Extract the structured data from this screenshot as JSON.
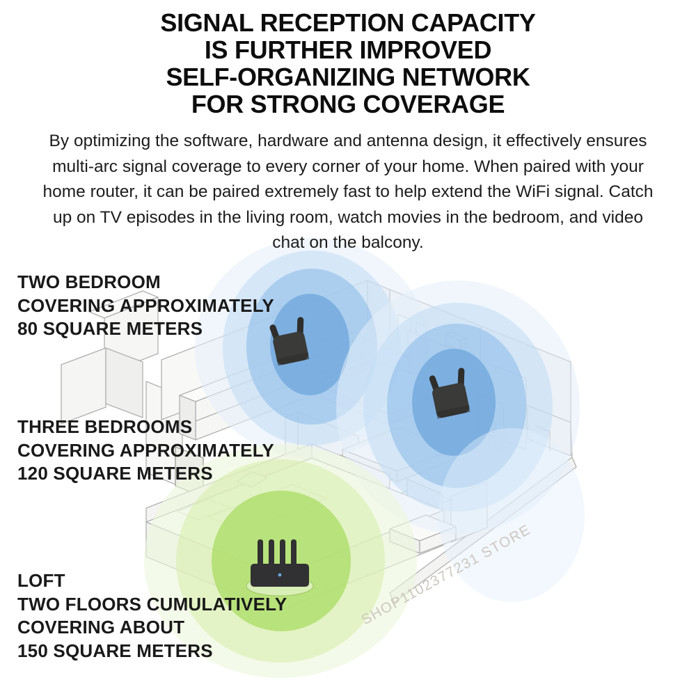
{
  "title": {
    "lines": [
      "SIGNAL RECEPTION CAPACITY",
      "IS FURTHER IMPROVED",
      "SELF-ORGANIZING NETWORK",
      "FOR STRONG COVERAGE"
    ]
  },
  "intro": {
    "lines": [
      "By optimizing the software, hardware and antenna design, it effectively ensures",
      "multi-arc signal coverage to every corner of your home. When paired with your",
      "home router, it can be paired extremely fast to help extend the WiFi signal. Catch",
      "up on TV episodes in the living room, watch movies in the bedroom, and video",
      "chat on the balcony."
    ]
  },
  "callouts": [
    {
      "id": "two-bedroom",
      "lines": [
        "TWO BEDROOM",
        "COVERING APPROXIMATELY",
        "80 SQUARE METERS"
      ]
    },
    {
      "id": "three-bedrooms",
      "lines": [
        "THREE BEDROOMS",
        "COVERING APPROXIMATELY",
        "120 SQUARE METERS"
      ]
    },
    {
      "id": "loft",
      "lines": [
        "LOFT",
        "TWO FLOORS CUMULATIVELY",
        "COVERING ABOUT",
        "150 SQUARE METERS"
      ]
    }
  ],
  "illustration": {
    "type": "isometric-floor-plan",
    "devices": [
      "wifi-extender-1",
      "wifi-extender-2",
      "router"
    ],
    "colors": {
      "extender_signal_inner": "#5f9cd7",
      "extender_signal_mid": "#92bfea",
      "extender_signal_outer": "#e3effa",
      "router_signal_inner": "#a8db5e",
      "router_signal_outer": "#edf6da",
      "device_body": "#343432",
      "house_lines": "#b0b0ae"
    }
  },
  "watermark": {
    "text": "SHOP1102377231 STORE",
    "color": "#cdc6bf"
  }
}
